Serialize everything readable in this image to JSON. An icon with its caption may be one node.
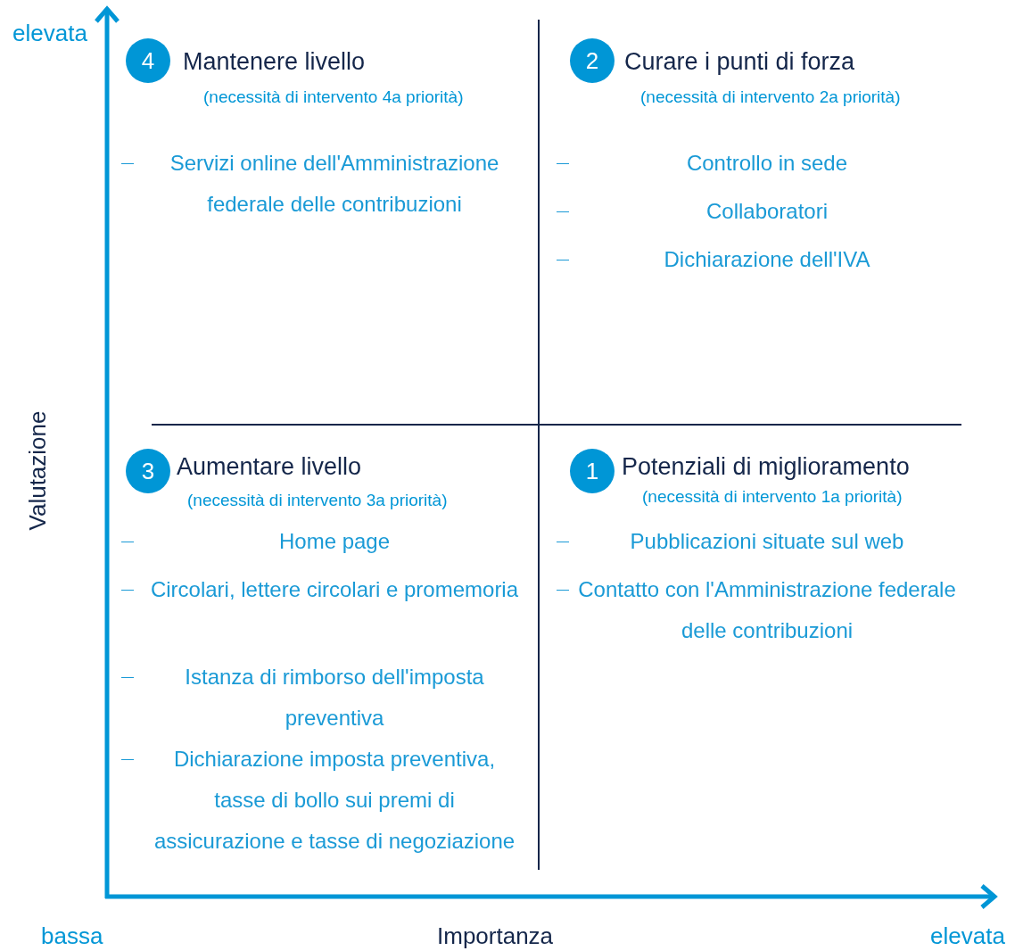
{
  "diagram": {
    "nodes": [
      {
        "text": [
          "4"
        ],
        "beside": [
          "Mantenere livello",
          "(necessità di intervento 4a priorità)"
        ]
      },
      {
        "text": [
          "2"
        ],
        "beside": [
          "Curare i punti di forza",
          "(necessità di intervento 2a priorità)"
        ]
      },
      {
        "text": [
          "3"
        ],
        "beside": [
          "Aumentare livello",
          "(necessità di intervento 3a priorità)"
        ]
      },
      {
        "text": [
          "1"
        ],
        "beside": [
          "Potenziali di miglioramento",
          "(necessità di intervento 1a priorità)"
        ]
      }
    ],
    "labels": [
      "elevata",
      "Servizi online dell'Amministrazione federale delle contribuzioni",
      "Controllo in sede",
      "Collaboratori",
      "Dichiarazione dell'IVA",
      "Valutazione",
      "Home page",
      "Circolari, lettere circolari e promemoria",
      "Istanza di rimborso dell'imposta preventiva",
      "Dichiarazione imposta preventiva, tasse di bollo sui premi di assicurazione e tasse di negoziazione",
      "Pubblicazioni situate sul web",
      "Contatto con l'Amministrazione federale delle contribuzioni",
      "bassa",
      "Importanza",
      "elevata"
    ]
  }
}
